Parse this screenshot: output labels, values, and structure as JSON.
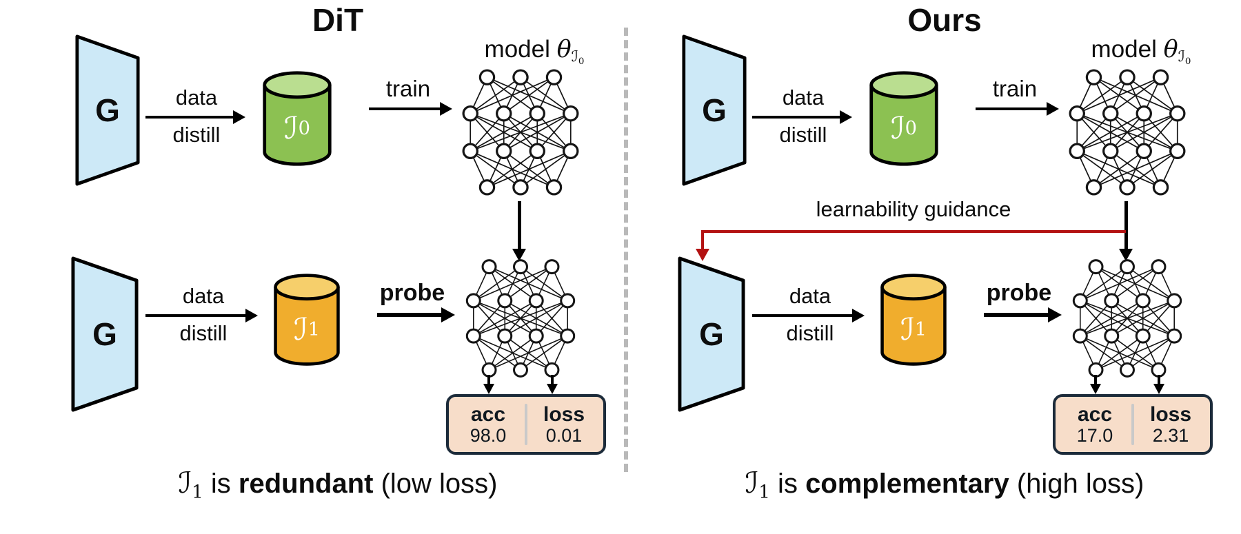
{
  "palette": {
    "generator_fill": "#cde9f7",
    "dataset_green_body": "#8cc152",
    "dataset_green_top": "#bade90",
    "dataset_yellow_body": "#f0ad2d",
    "dataset_yellow_top": "#f6cf6b",
    "metrics_bg": "#f7ddc9",
    "metrics_border": "#1c2b3a",
    "guidance_red": "#b31212",
    "divider_gray": "#b9b9b9"
  },
  "panels": [
    {
      "title": "DiT",
      "generator_label": "G",
      "distill_top": {
        "line1": "data",
        "line2": "distill"
      },
      "dataset_top": {
        "symbol": "ℐ",
        "subscript": "0"
      },
      "train_label": "train",
      "model_label": {
        "prefix": "model ",
        "theta": "θ",
        "sub": "ℐ",
        "subsub": "0"
      },
      "distill_bottom": {
        "line1": "data",
        "line2": "distill"
      },
      "dataset_bottom": {
        "symbol": "ℐ",
        "subscript": "1"
      },
      "probe_label": "probe",
      "metrics": {
        "acc_label": "acc",
        "acc_value": "98.0",
        "loss_label": "loss",
        "loss_value": "0.01"
      },
      "caption": {
        "symbol": "ℐ",
        "subscript": "1",
        "pre": " is ",
        "emphasis": "redundant",
        "post": " (low loss)"
      }
    },
    {
      "title": "Ours",
      "generator_label": "G",
      "guidance_label": "learnability guidance",
      "distill_top": {
        "line1": "data",
        "line2": "distill"
      },
      "dataset_top": {
        "symbol": "ℐ",
        "subscript": "0"
      },
      "train_label": "train",
      "model_label": {
        "prefix": "model ",
        "theta": "θ",
        "sub": "ℐ",
        "subsub": "0"
      },
      "distill_bottom": {
        "line1": "data",
        "line2": "distill"
      },
      "dataset_bottom": {
        "symbol": "ℐ",
        "subscript": "1"
      },
      "probe_label": "probe",
      "metrics": {
        "acc_label": "acc",
        "acc_value": "17.0",
        "loss_label": "loss",
        "loss_value": "2.31"
      },
      "caption": {
        "symbol": "ℐ",
        "subscript": "1",
        "pre": " is ",
        "emphasis": "complementary",
        "post": " (high loss)"
      }
    }
  ]
}
